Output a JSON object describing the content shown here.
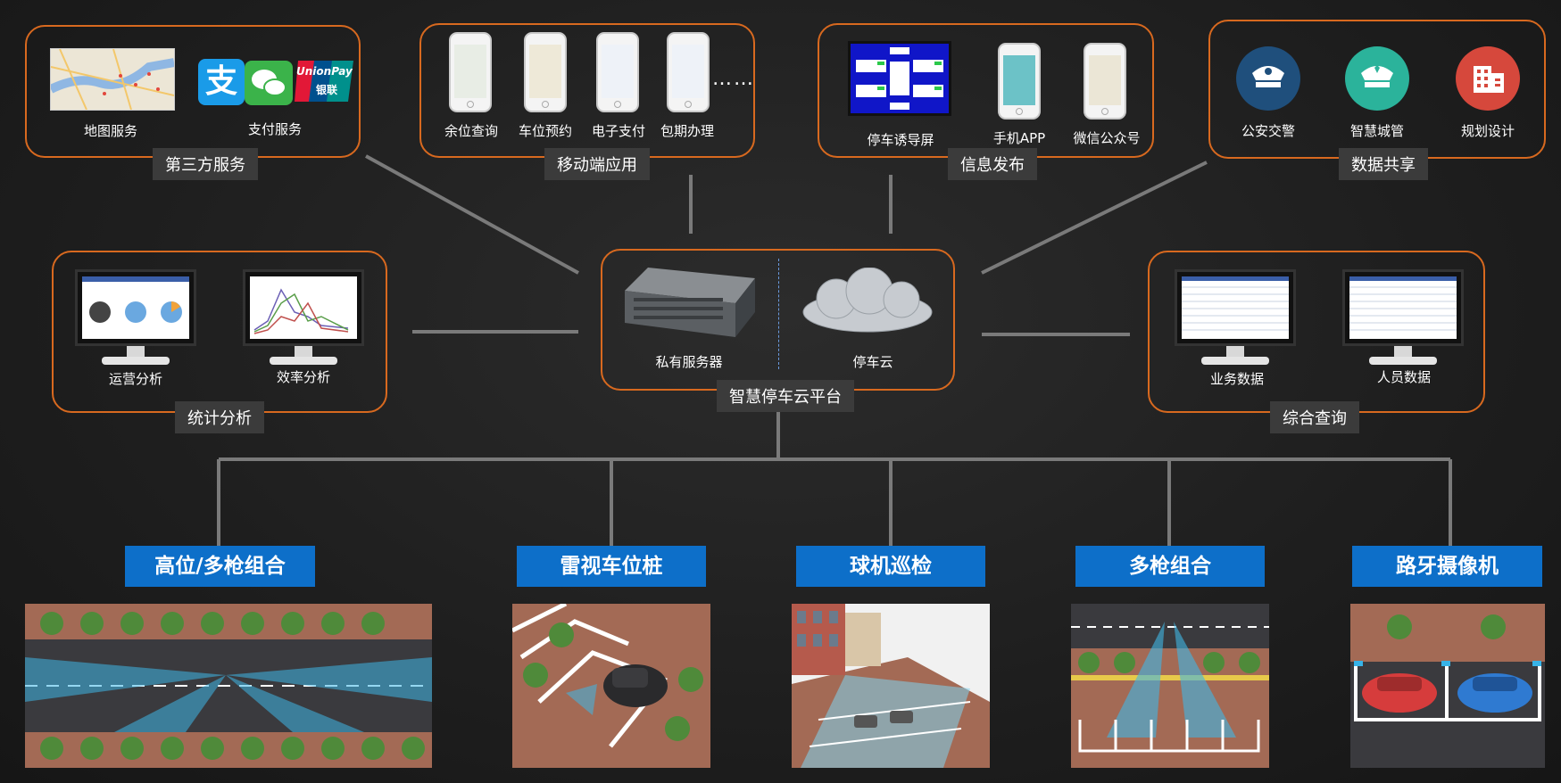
{
  "platform": {
    "title": "智慧停车云平台",
    "server_label": "私有服务器",
    "cloud_label": "停车云"
  },
  "groups": {
    "third_party": {
      "title": "第三方服务",
      "items": [
        "地图服务",
        "支付服务"
      ]
    },
    "mobile": {
      "title": "移动端应用",
      "items": [
        "余位查询",
        "车位预约",
        "电子支付",
        "包期办理"
      ],
      "ellipsis": "……"
    },
    "info": {
      "title": "信息发布",
      "items": [
        "停车诱导屏",
        "手机APP",
        "微信公众号"
      ]
    },
    "sharing": {
      "title": "数据共享",
      "items": [
        "公安交警",
        "智慧城管",
        "规划设计"
      ]
    },
    "stats": {
      "title": "统计分析",
      "items": [
        "运营分析",
        "效率分析"
      ]
    },
    "query": {
      "title": "综合查询",
      "items": [
        "业务数据",
        "人员数据"
      ]
    }
  },
  "devices": [
    "高位/多枪组合",
    "雷视车位桩",
    "球机巡检",
    "多枪组合",
    "路牙摄像机"
  ],
  "payment_logos": {
    "alipay": "支",
    "unionpay_en": "UnionPay",
    "unionpay_cn": "银联"
  },
  "colors": {
    "accent_border": "#d8691f",
    "tag_bg": "#3b3b3b",
    "device_title_bg": "#0d6fc9",
    "police": "#1f4f7c",
    "urban": "#2bb39b",
    "planning": "#d6483c"
  }
}
